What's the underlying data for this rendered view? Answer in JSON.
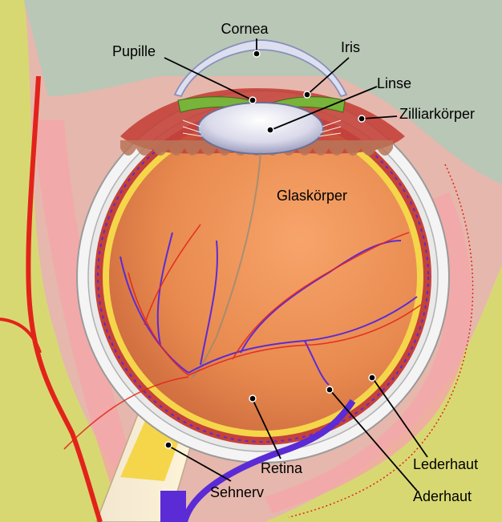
{
  "labels": {
    "cornea": "Cornea",
    "pupille": "Pupille",
    "iris": "Iris",
    "linse": "Linse",
    "zilliarkoerper": "Zilliarkörper",
    "glaskoerper": "Glaskörper",
    "retina": "Retina",
    "sehnerv": "Sehnerv",
    "lederhaut": "Lederhaut",
    "aderhaut": "Aderhaut"
  },
  "colors": {
    "background_top": "#b9c7b6",
    "tissue": "#e6b7ad",
    "yellow_fat": "#d8d873",
    "sclera_white": "#f4f4f4",
    "vitreous": "#e8884d",
    "retina_yellow": "#f5d64a",
    "choroid_red": "#c4423a",
    "iris_green": "#78b33a",
    "lens": "#dcdde9",
    "artery": "#e2231a",
    "vein": "#5b2bd6"
  }
}
